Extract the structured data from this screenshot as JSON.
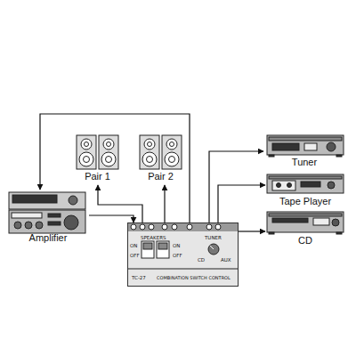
{
  "diagram": {
    "nodes": [
      {
        "text": [
          "Pair 1"
        ]
      },
      {
        "text": [
          "Pair 2"
        ]
      },
      {
        "text": [
          "Tuner"
        ]
      },
      {
        "text": [
          "Tape Player"
        ]
      },
      {
        "text": [
          "CD"
        ]
      },
      {
        "text": [
          "Amplifier"
        ]
      },
      {
        "text": [
          "SPEAKERS",
          "ON",
          "OFF",
          "ON",
          "OFF",
          "TUNER",
          "CD",
          "AUX",
          "TC-27",
          "COMBINATION SWITCH CONTROL"
        ]
      }
    ],
    "edges": [
      {
        "from": 6,
        "to": 5,
        "arrow": "to"
      },
      {
        "from": 5,
        "to": 6,
        "arrow": "to"
      },
      {
        "from": 6,
        "to": 0,
        "arrow": "to"
      },
      {
        "from": 6,
        "to": 1,
        "arrow": "to"
      },
      {
        "from": 6,
        "to": 2,
        "arrow": "to"
      },
      {
        "from": 6,
        "to": 3,
        "arrow": "to"
      },
      {
        "from": 6,
        "to": 4,
        "arrow": "to"
      }
    ]
  }
}
